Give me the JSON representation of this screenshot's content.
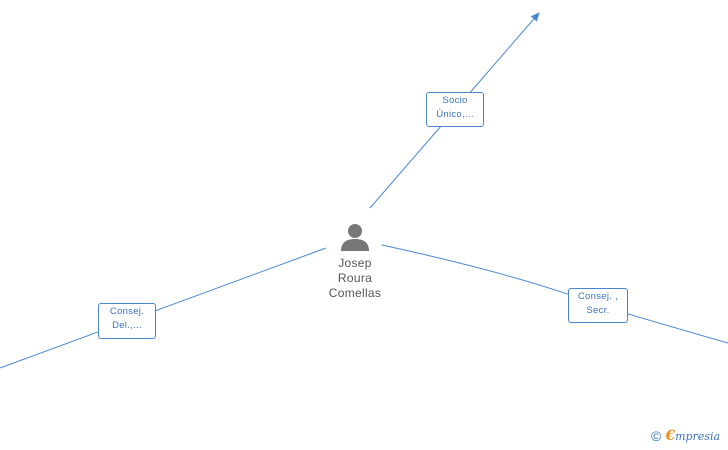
{
  "person": {
    "name": "Josep\nRoura\nComellas",
    "icon": "person-silhouette-icon",
    "color": "#777777"
  },
  "edges": [
    {
      "id": "socio",
      "line1": "Socio",
      "line2": "Único,..."
    },
    {
      "id": "consej-del",
      "line1": "Consej.",
      "line2": "Del.,..."
    },
    {
      "id": "consej-secr",
      "line1": "Consej. ,",
      "line2": "Secr."
    }
  ],
  "colors": {
    "edge": "#4a86d0",
    "label_text": "#3a72c0",
    "brand_accent": "#f08c1a"
  },
  "watermark": {
    "copyright_symbol": "©",
    "brand_initial": "€",
    "brand_rest": "mpresia"
  }
}
